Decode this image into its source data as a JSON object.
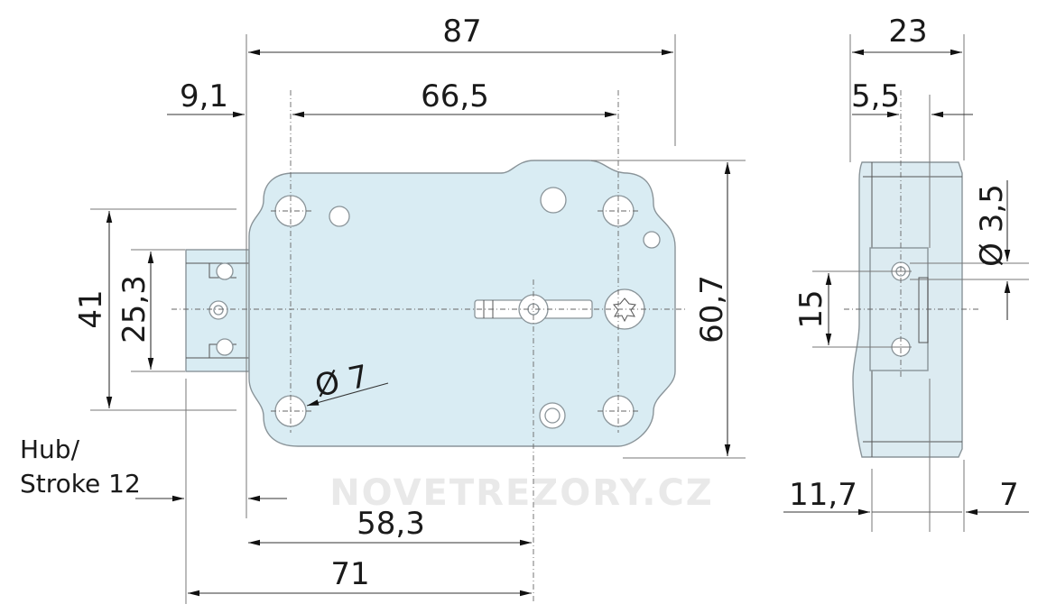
{
  "dimensions": {
    "overall_width": "87",
    "left_offset": "9,1",
    "hole_spacing": "66,5",
    "height_41": "41",
    "height_25_3": "25,3",
    "height_60_7": "60,7",
    "hole_dia": "Ø 7",
    "bolt_58_3": "58,3",
    "bolt_71": "71",
    "side_depth": "23",
    "side_5_5": "5,5",
    "side_dia": "Ø 3,5",
    "side_15": "15",
    "side_11_7": "11,7",
    "side_7": "7"
  },
  "notes": {
    "stroke_line1": "Hub/",
    "stroke_line2": "Stroke 12"
  },
  "watermark": "NOVETREZORY.CZ"
}
